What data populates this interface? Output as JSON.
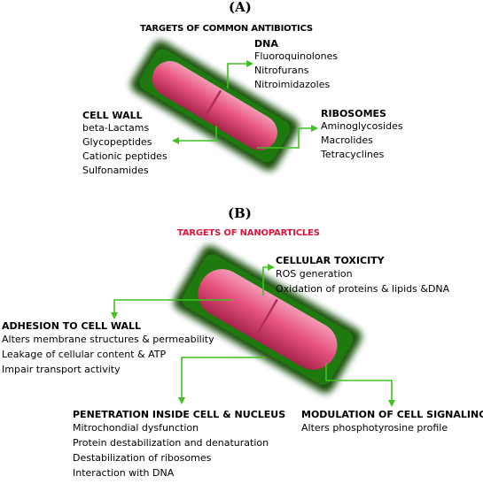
{
  "panel_a": {
    "label": "(A)",
    "title": "TARGETS OF COMMON ANTIBIOTICS",
    "groups": {
      "dna": {
        "heading": "DNA",
        "items": [
          "Fluoroquinolones",
          "Nitrofurans",
          "Nitroimidazoles"
        ]
      },
      "cell_wall": {
        "heading": "CELL WALL",
        "items": [
          "beta-Lactams",
          "Glycopeptides",
          "Cationic peptides",
          "Sulfonamides"
        ]
      },
      "ribosomes": {
        "heading": "RIBOSOMES",
        "items": [
          "Aminoglycosides",
          "Macrolides",
          "Tetracyclines"
        ]
      }
    }
  },
  "panel_b": {
    "label": "(B)",
    "title": "TARGETS OF NANOPARTICLES",
    "groups": {
      "cellular_toxicity": {
        "heading": "CELLULAR TOXICITY",
        "items": [
          "ROS generation",
          "Oxidation of proteins & lipids &DNA"
        ]
      },
      "adhesion": {
        "heading": "ADHESION TO CELL WALL",
        "items": [
          "Alters membrane structures & permeability",
          "Leakage of cellular content & ATP",
          "Impair transport activity"
        ]
      },
      "penetration": {
        "heading": "PENETRATION INSIDE CELL & NUCLEUS",
        "items": [
          "Mitrochondial dysfunction",
          "Protein destabilization and denaturation",
          "Destabilization of ribosomes",
          "Interaction with DNA"
        ]
      },
      "signaling": {
        "heading": "MODULATION OF CELL SIGNALING",
        "items": [
          "Alters phosphotyrosine profile"
        ]
      }
    }
  },
  "colors": {
    "arrow": "#3ec21e",
    "cell": "#e0487a",
    "cell_glow": "#1a8a0a",
    "title_b": "#e0153d"
  }
}
